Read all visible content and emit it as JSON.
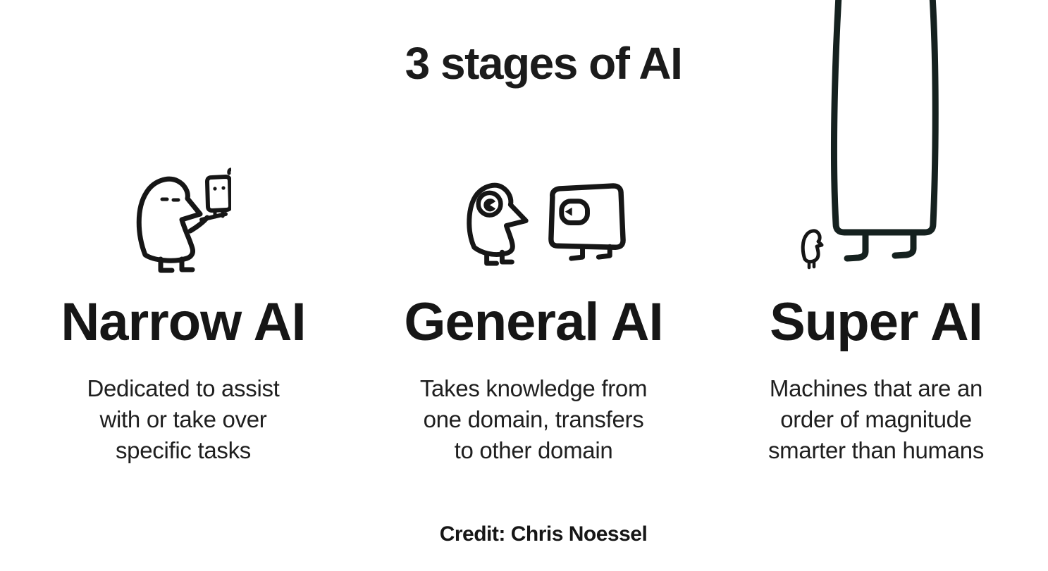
{
  "page": {
    "background_color": "#ffffff",
    "ink_color": "#161616",
    "super_ink_color": "#15211f"
  },
  "title": "3 stages of AI",
  "credit": "Credit: Chris Noessel",
  "stages": [
    {
      "name": "Narrow AI",
      "description_lines": [
        "Dedicated to assist",
        "with or take over",
        "specific tasks"
      ],
      "illustration": "person-holding-small-robot-doodle"
    },
    {
      "name": "General AI",
      "description_lines": [
        "Takes knowledge from",
        "one domain, transfers",
        "to other domain"
      ],
      "illustration": "person-facing-equal-size-robot-doodle"
    },
    {
      "name": "Super AI",
      "description_lines": [
        "Machines that are an",
        "order of magnitude",
        "smarter than humans"
      ],
      "illustration": "tiny-person-beside-giant-robot-doodle"
    }
  ]
}
